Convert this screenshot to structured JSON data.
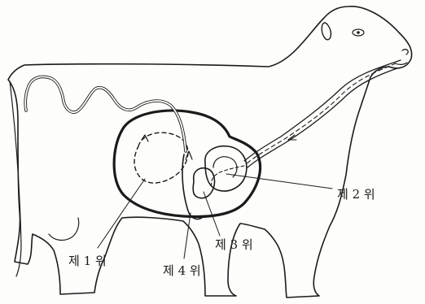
{
  "diagram": {
    "labels": {
      "stomach_1": "제 1 위",
      "stomach_2": "제 2 위",
      "stomach_3": "제 3 위",
      "stomach_4": "제 4 위"
    },
    "colors": {
      "ink": "#1b1b1b",
      "paper": "#fdfdfb"
    }
  }
}
